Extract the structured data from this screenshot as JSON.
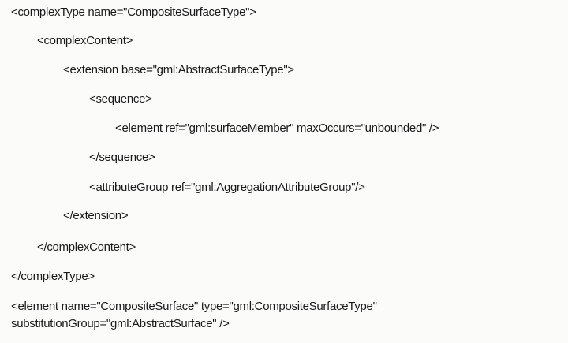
{
  "code_lines": [
    "<complexType name=\"CompositeSurfaceType\">",
    "<complexContent>",
    "<extension base=\"gml:AbstractSurfaceType\">",
    "<sequence>",
    "<element ref=\"gml:surfaceMember\" maxOccurs=\"unbounded\" />",
    "</sequence>",
    "<attributeGroup ref=\"gml:AggregationAttributeGroup\"/>",
    "</extension>",
    "</complexContent>",
    "</complexType>",
    "<element name=\"CompositeSurface\" type=\"gml:CompositeSurfaceType\"",
    "substitutionGroup=\"gml:AbstractSurface\" />"
  ]
}
